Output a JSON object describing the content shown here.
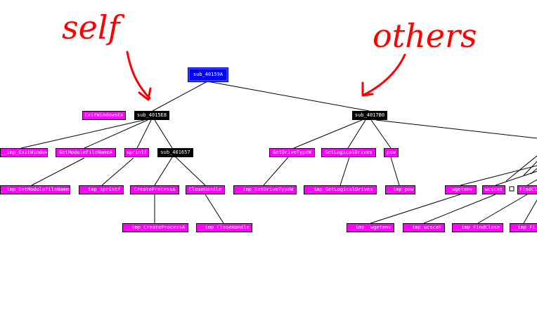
{
  "graph": {
    "root": "sub_40159A",
    "functions": [
      "sub_4015E8",
      "sub_4017B0",
      "sub_401657"
    ],
    "imports": {
      "exit_windows_ex": "ExitWindowsEx",
      "imp_exit_windows_ex": "__imp_ExitWindowsEx",
      "get_module_file_name": "GetModuleFileNameA",
      "imp_get_module_file_name": "__imp_GetModuleFileNameA",
      "sprintf": "sprintf",
      "imp_sprintf": "__imp_sprintf",
      "create_process": "CreateProcessA",
      "imp_create_process": "__imp_CreateProcessA",
      "close_handle": "CloseHandle",
      "imp_close_handle": "__imp_CloseHandle",
      "get_drive_type": "GetDriveTypeW",
      "imp_get_drive_type": "__imp_GetDriveTypeW",
      "get_logical_drives": "GetLogicalDrives",
      "imp_get_logical_drives": "__imp_GetLogicalDrives",
      "pow": "pow",
      "imp_pow": "__imp_pow",
      "wgetenv": "_wgetenv",
      "imp_wgetenv": "__imp__wgetenv",
      "wcscat": "wcscat",
      "imp_wcscat": "__imp_wcscat",
      "find_close": "FindClose",
      "imp_find_close": "__imp_FindClose",
      "find_cl_partial": "FindCl",
      "imp_fi_partial": "__imp_Fi"
    }
  },
  "annotations": {
    "self": "self",
    "others": "others"
  },
  "colors": {
    "root": "#0000ff",
    "function": "#000000",
    "import": "#ff00ff",
    "annotation": "#ff0000",
    "edge": "#000000"
  }
}
